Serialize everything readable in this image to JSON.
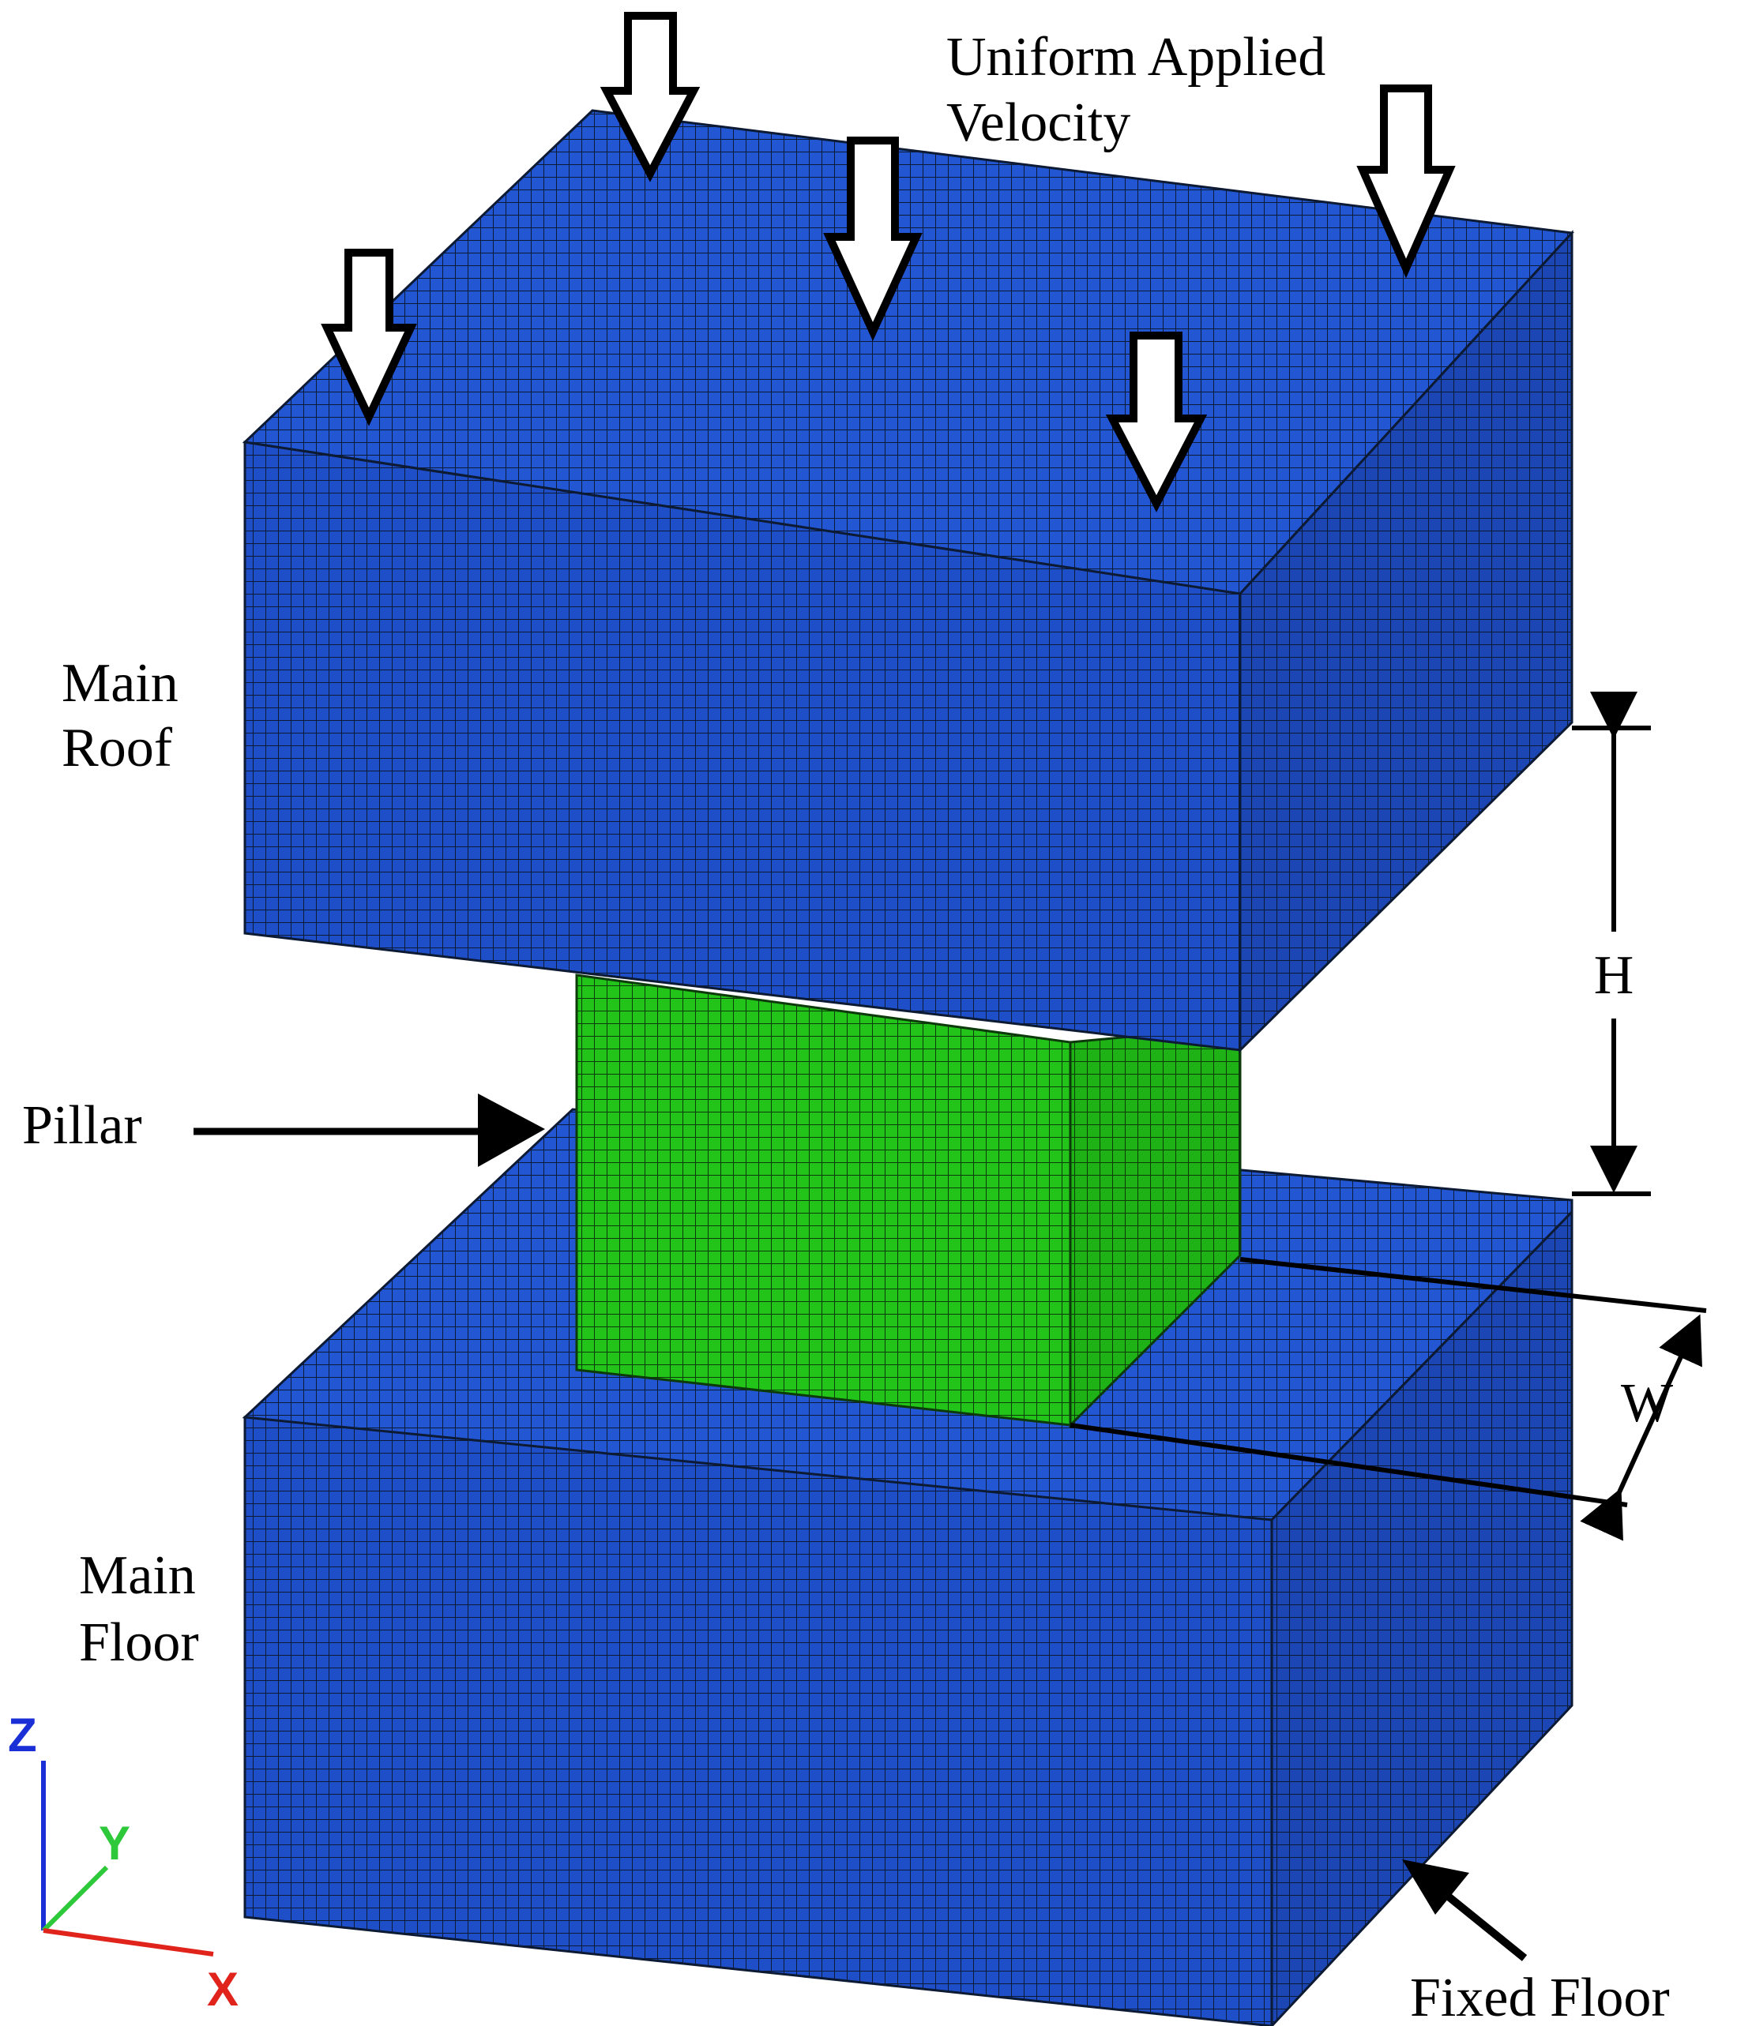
{
  "labels": {
    "velocity_line1": "Uniform Applied",
    "velocity_line2": "Velocity",
    "roof_line1": "Main",
    "roof_line2": "Roof",
    "pillar": "Pillar",
    "floor_line1": "Main",
    "floor_line2": "Floor",
    "fixed_floor": "Fixed Floor",
    "height": "H",
    "width": "W"
  },
  "axes": {
    "z": "Z",
    "y": "Y",
    "x": "X"
  },
  "colors": {
    "roof_floor_block": "#1f4fc8",
    "pillar": "#22c41a",
    "mesh_line": "#0d1a33",
    "annotation": "#000000",
    "axis_z": "#1a2fd6",
    "axis_y": "#2ec93a",
    "axis_x": "#e0241c"
  }
}
